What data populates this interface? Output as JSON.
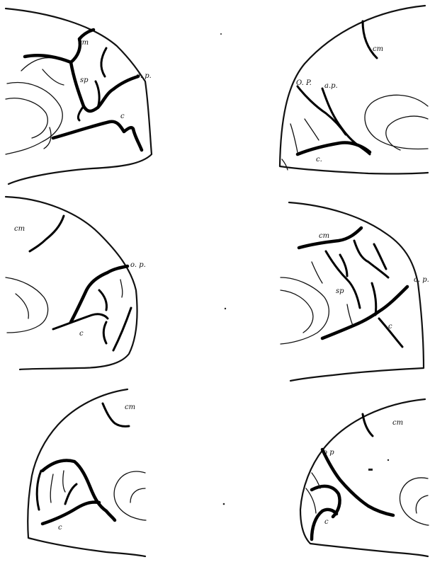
{
  "plate": {
    "panels": [
      {
        "id": "top-left",
        "labels": {
          "cm": "cm",
          "op": "o. p.",
          "sp": "sp",
          "c": "c"
        }
      },
      {
        "id": "top-right",
        "labels": {
          "cm": "cm",
          "op": "O. P.",
          "ap": "a.p.",
          "c": "c."
        }
      },
      {
        "id": "middle-left",
        "labels": {
          "cm": "cm",
          "op": "o. p.",
          "c": "c"
        }
      },
      {
        "id": "middle-right",
        "labels": {
          "cm": "cm",
          "op": "o. p.",
          "sp": "sp",
          "c": "c"
        }
      },
      {
        "id": "bottom-left",
        "labels": {
          "cm": "cm",
          "c": "c"
        }
      },
      {
        "id": "bottom-right",
        "labels": {
          "cm": "cm",
          "op": "o p",
          "c": "c"
        }
      }
    ]
  }
}
